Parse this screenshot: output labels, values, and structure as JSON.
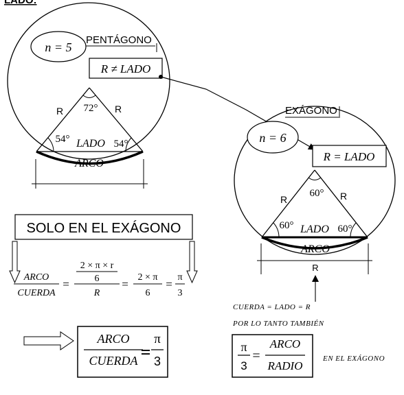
{
  "header": {
    "title": "LADO:"
  },
  "pentagon": {
    "title": "PENTÁGONO",
    "n_label": "n = 5",
    "relation": "R ≠ LADO",
    "top_angle": "72°",
    "left_angle": "54°",
    "right_angle": "54°",
    "left_side": "R",
    "right_side": "R",
    "base_label": "LADO",
    "arc_label": "ARCO"
  },
  "hexagon": {
    "title": "EXÁGONO",
    "n_label": "n = 6",
    "relation": "R = LADO",
    "top_angle": "60°",
    "left_angle": "60°",
    "right_angle": "60°",
    "left_side": "R",
    "right_side": "R",
    "base_label": "LADO",
    "arc_label": "ARCO",
    "dim_label": "R"
  },
  "derivation": {
    "banner": "SOLO EN EL EXÁGONO",
    "lhs_num": "ARCO",
    "lhs_den": "CUERDA",
    "eq": "=",
    "frac2_num": "2 × π × r",
    "frac2_num_den": "6",
    "frac2_den": "R",
    "frac3_num": "2 × π",
    "frac3_den": "6",
    "frac4_num": "π",
    "frac4_den": "3"
  },
  "result_box": {
    "num": "ARCO",
    "den": "CUERDA",
    "eq": "=",
    "rnum": "π",
    "rden": "3"
  },
  "notes": {
    "line1": "CUERDA = LADO = R",
    "line2": "POR LO TANTO TAMBIÉN",
    "suffix": "EN EL EXÁGONO"
  },
  "radio_box": {
    "lnum": "π",
    "lden": "3",
    "eq": "=",
    "num": "ARCO",
    "den": "RADIO"
  }
}
